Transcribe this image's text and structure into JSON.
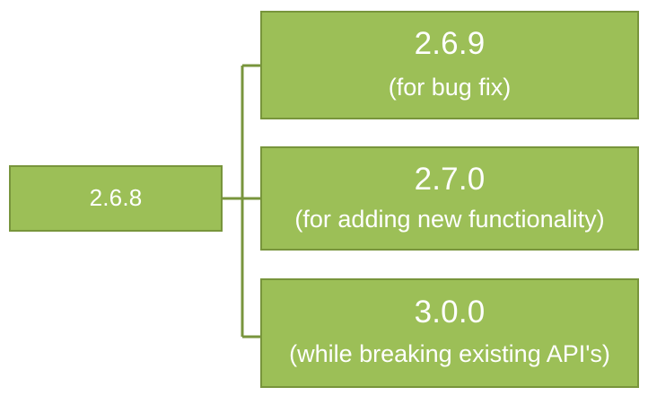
{
  "diagram": {
    "type": "tree",
    "title": "",
    "colors": {
      "node_fill": "#9cbf57",
      "node_border": "#78953c",
      "node_text": "#ffffff",
      "connector": "#78953c",
      "background": "#ffffff"
    },
    "root": {
      "version": "2.6.8",
      "caption": ""
    },
    "children": [
      {
        "version": "2.6.9",
        "caption": "(for bug fix)"
      },
      {
        "version": "2.7.0",
        "caption": "(for adding new functionality)"
      },
      {
        "version": "3.0.0",
        "caption": "(while breaking existing API's)"
      }
    ]
  }
}
